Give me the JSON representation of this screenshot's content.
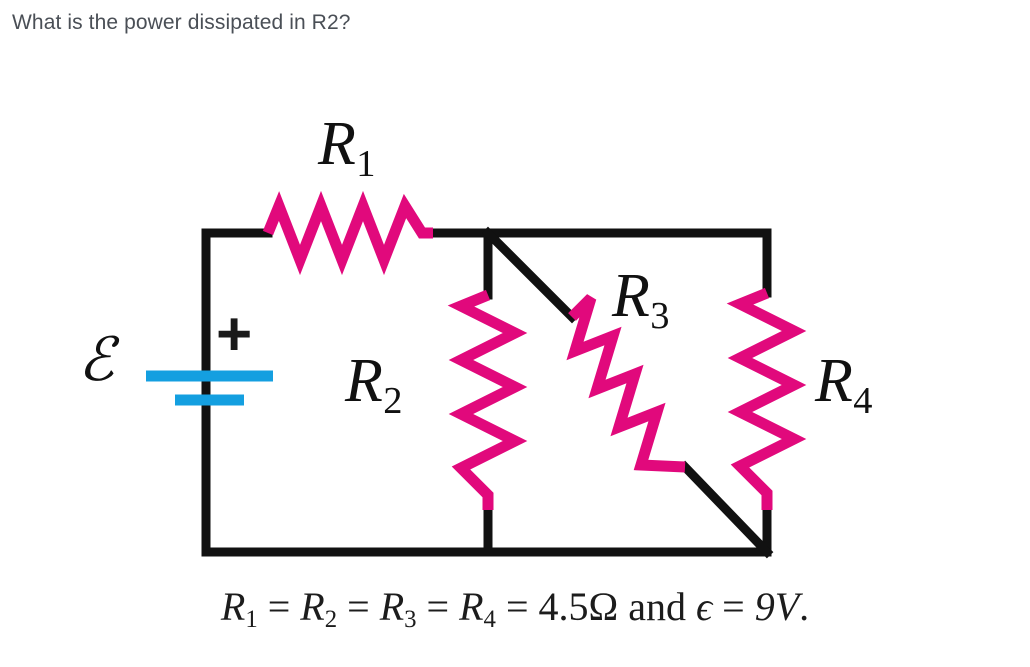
{
  "question": {
    "text": "What is the power dissipated in R2?"
  },
  "figure": {
    "type": "circuit-diagram",
    "colors": {
      "wire": "#111111",
      "resistor": "#E1097C",
      "battery_plate": "#149FE0",
      "question_text": "#4a4f56",
      "background": "#ffffff"
    },
    "labels": {
      "r1": {
        "symbol": "R",
        "subscript": "1"
      },
      "r2": {
        "symbol": "R",
        "subscript": "2"
      },
      "r3": {
        "symbol": "R",
        "subscript": "3"
      },
      "r4": {
        "symbol": "R",
        "subscript": "4"
      },
      "emf": "ℰ",
      "polarity": "+"
    },
    "components": [
      {
        "name": "R1",
        "kind": "resistor",
        "orientation": "horizontal",
        "branch": "top-rail"
      },
      {
        "name": "R2",
        "kind": "resistor",
        "orientation": "vertical",
        "branch": "middle"
      },
      {
        "name": "R3",
        "kind": "resistor",
        "orientation": "diagonal",
        "branch": "diagonal"
      },
      {
        "name": "R4",
        "kind": "resistor",
        "orientation": "vertical",
        "branch": "right"
      },
      {
        "name": "emf",
        "kind": "battery",
        "orientation": "vertical",
        "branch": "left"
      }
    ]
  },
  "caption": {
    "r1": "R",
    "r1_sub": "1",
    "eq1": " = ",
    "r2": "R",
    "r2_sub": "2",
    "eq2": " = ",
    "r3": "R",
    "r3_sub": "3",
    "eq3": " = ",
    "r4": "R",
    "r4_sub": "4",
    "eq4": " = ",
    "resistance_value": "4.5Ω",
    "conjunction": " and ",
    "emf_symbol": "ϵ",
    "eq5": " = ",
    "emf_value": "9V",
    "period": ".",
    "plain": "R1 = R2 = R3 = R4 = 4.5Ω and ϵ = 9V."
  },
  "values": {
    "resistance_ohms": 4.5,
    "emf_volts": 9
  }
}
